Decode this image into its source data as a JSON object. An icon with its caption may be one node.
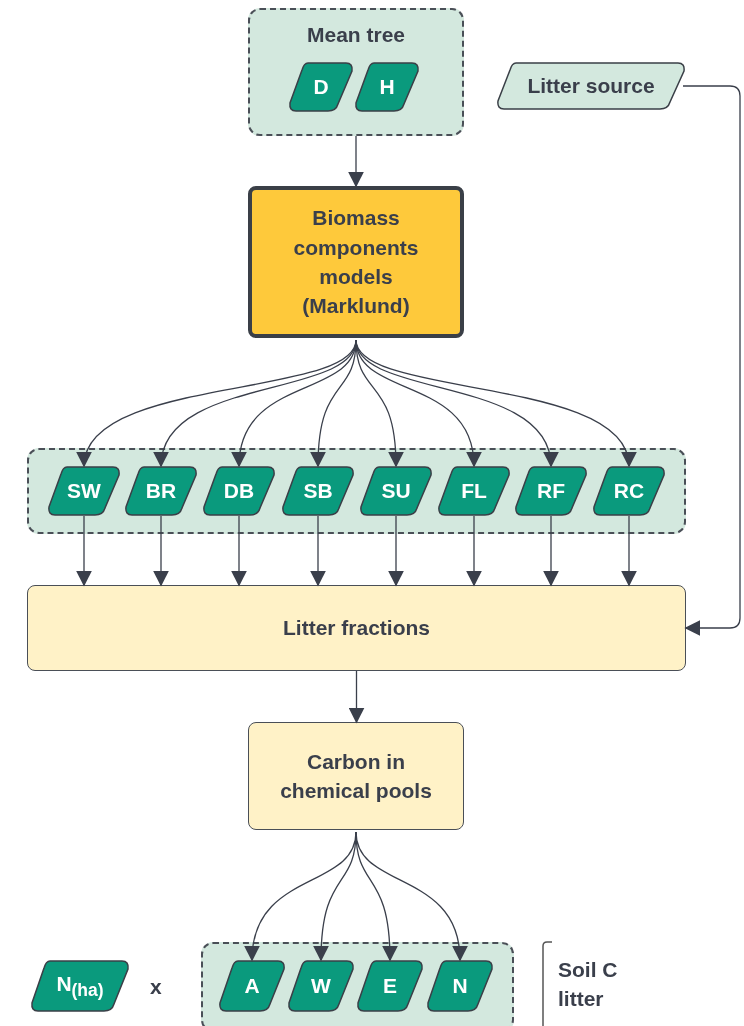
{
  "diagram": {
    "nodes": [
      {
        "text": [
          "Mean tree"
        ]
      },
      {
        "text": [
          "D"
        ],
        "in": 0
      },
      {
        "text": [
          "H"
        ],
        "in": 0
      },
      {
        "text": [
          "Litter source"
        ]
      },
      {
        "text": [
          "Biomass components models (Marklund)"
        ]
      },
      {
        "text": [],
        "shape": "box"
      },
      {
        "text": [
          "SW"
        ],
        "in": 5
      },
      {
        "text": [
          "BR"
        ],
        "in": 5
      },
      {
        "text": [
          "DB"
        ],
        "in": 5
      },
      {
        "text": [
          "SB"
        ],
        "in": 5
      },
      {
        "text": [
          "SU"
        ],
        "in": 5
      },
      {
        "text": [
          "FL"
        ],
        "in": 5
      },
      {
        "text": [
          "RF"
        ],
        "in": 5
      },
      {
        "text": [
          "RC"
        ],
        "in": 5
      },
      {
        "text": [
          "Litter fractions"
        ]
      },
      {
        "text": [
          "Carbon in chemical pools"
        ]
      },
      {
        "text": [
          "N$_{(ha)}$"
        ]
      },
      {
        "text": [],
        "shape": "box"
      },
      {
        "text": [
          "A"
        ],
        "in": 17
      },
      {
        "text": [
          "W"
        ],
        "in": 17
      },
      {
        "text": [
          "E"
        ],
        "in": 17
      },
      {
        "text": [
          "N"
        ],
        "in": 17
      }
    ],
    "edges": [
      {
        "from": 0,
        "to": 4,
        "arrow": "to"
      },
      {
        "from": 4,
        "to": 6,
        "arrow": "to"
      },
      {
        "from": 4,
        "to": 7,
        "arrow": "to"
      },
      {
        "from": 4,
        "to": 8,
        "arrow": "to"
      },
      {
        "from": 4,
        "to": 9,
        "arrow": "to"
      },
      {
        "from": 4,
        "to": 10,
        "arrow": "to"
      },
      {
        "from": 4,
        "to": 11,
        "arrow": "to"
      },
      {
        "from": 4,
        "to": 12,
        "arrow": "to"
      },
      {
        "from": 4,
        "to": 13,
        "arrow": "to"
      },
      {
        "from": 6,
        "to": 14,
        "arrow": "to"
      },
      {
        "from": 7,
        "to": 14,
        "arrow": "to"
      },
      {
        "from": 8,
        "to": 14,
        "arrow": "to"
      },
      {
        "from": 9,
        "to": 14,
        "arrow": "to"
      },
      {
        "from": 10,
        "to": 14,
        "arrow": "to"
      },
      {
        "from": 11,
        "to": 14,
        "arrow": "to"
      },
      {
        "from": 12,
        "to": 14,
        "arrow": "to"
      },
      {
        "from": 13,
        "to": 14,
        "arrow": "to"
      },
      {
        "from": 3,
        "to": 14,
        "arrow": "to"
      },
      {
        "from": 14,
        "to": 15,
        "arrow": "to"
      },
      {
        "from": 15,
        "to": 18,
        "arrow": "to"
      },
      {
        "from": 15,
        "to": 19,
        "arrow": "to"
      },
      {
        "from": 15,
        "to": 20,
        "arrow": "to"
      },
      {
        "from": 15,
        "to": 21,
        "arrow": "to"
      }
    ],
    "labels": [
      "x",
      "Soil C litter"
    ]
  }
}
